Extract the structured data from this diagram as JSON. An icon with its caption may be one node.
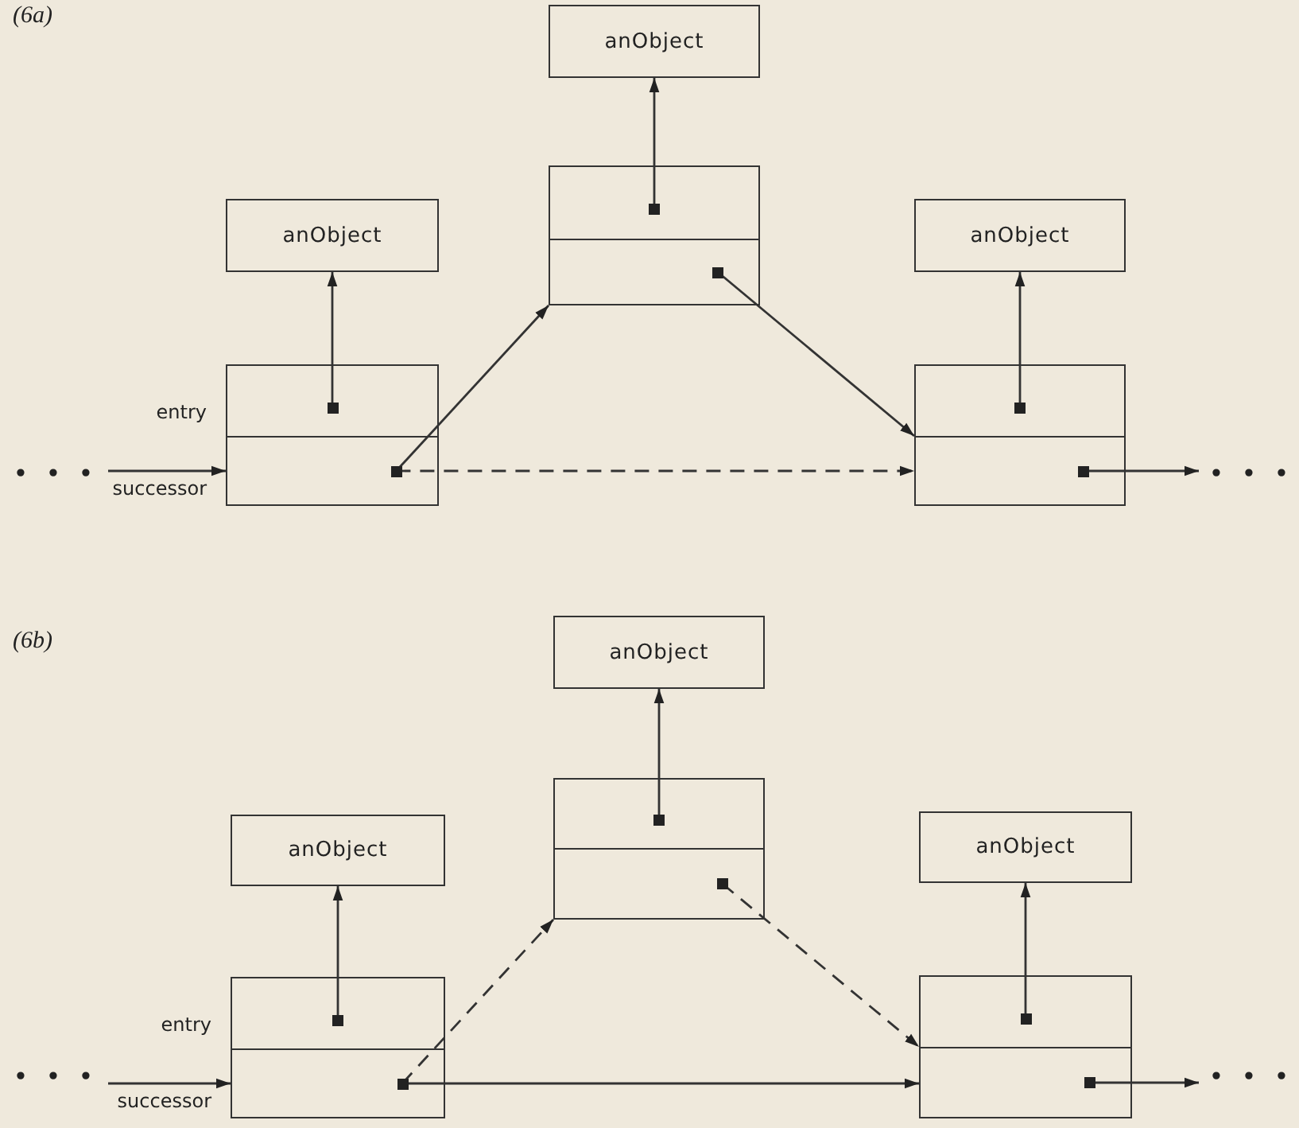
{
  "diagram": {
    "nodes": [
      {
        "text": [
          "anObject"
        ]
      },
      {
        "text": [],
        "shape": "box",
        "beside": [
          "entry",
          "successor"
        ]
      },
      {
        "text": [
          "anObject"
        ]
      },
      {
        "text": [],
        "shape": "box"
      },
      {
        "text": [
          "anObject"
        ]
      },
      {
        "text": [],
        "shape": "box"
      },
      {
        "text": [
          "anObject"
        ]
      },
      {
        "text": [],
        "shape": "box",
        "beside": [
          "entry",
          "successor"
        ]
      },
      {
        "text": [
          "anObject"
        ]
      },
      {
        "text": [],
        "shape": "box"
      },
      {
        "text": [
          "anObject"
        ]
      },
      {
        "text": [],
        "shape": "box"
      },
      {
        "text": [
          "• • •"
        ]
      },
      {
        "text": [
          "• • •"
        ]
      },
      {
        "text": [
          "• • •"
        ]
      },
      {
        "text": [
          "• • •"
        ]
      }
    ],
    "edges": [
      {
        "from": 1,
        "to": 0,
        "arrow": "to"
      },
      {
        "from": 3,
        "to": 2,
        "arrow": "to"
      },
      {
        "from": 5,
        "to": 4,
        "arrow": "to"
      },
      {
        "from": 1,
        "to": 3,
        "arrow": "to"
      },
      {
        "from": 1,
        "to": 5,
        "arrow": "to",
        "style": "dashed"
      },
      {
        "from": 3,
        "to": 5,
        "arrow": "to"
      },
      {
        "from": 12,
        "to": 1,
        "arrow": "to"
      },
      {
        "from": 5,
        "to": 13,
        "arrow": "to"
      },
      {
        "from": 7,
        "to": 6,
        "arrow": "to"
      },
      {
        "from": 9,
        "to": 8,
        "arrow": "to"
      },
      {
        "from": 11,
        "to": 10,
        "arrow": "to"
      },
      {
        "from": 7,
        "to": 9,
        "arrow": "to",
        "style": "dashed"
      },
      {
        "from": 7,
        "to": 11,
        "arrow": "to"
      },
      {
        "from": 9,
        "to": 11,
        "arrow": "to",
        "style": "dashed"
      },
      {
        "from": 14,
        "to": 7,
        "arrow": "to"
      },
      {
        "from": 11,
        "to": 15,
        "arrow": "to"
      }
    ],
    "labels": [
      "(6a)",
      "(6b)"
    ]
  }
}
